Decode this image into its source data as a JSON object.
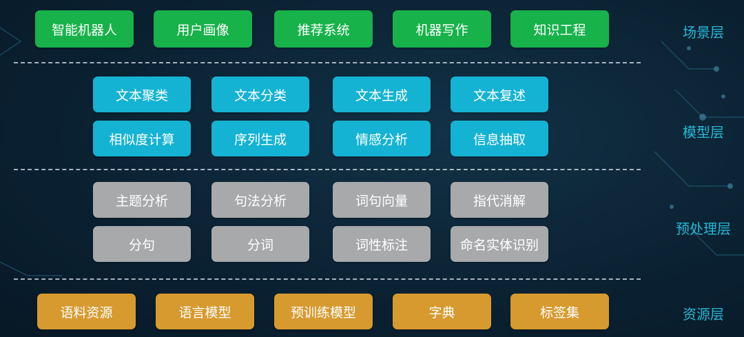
{
  "layers": {
    "scene": {
      "label": "场景层",
      "items": [
        "智能机器人",
        "用户画像",
        "推荐系统",
        "机器写作",
        "知识工程"
      ]
    },
    "model": {
      "label": "模型层",
      "rows": [
        [
          "文本聚类",
          "文本分类",
          "文本生成",
          "文本复述"
        ],
        [
          "相似度计算",
          "序列生成",
          "情感分析",
          "信息抽取"
        ]
      ]
    },
    "preprocess": {
      "label": "预处理层",
      "rows": [
        [
          "主题分析",
          "句法分析",
          "词句向量",
          "指代消解"
        ],
        [
          "分句",
          "分词",
          "词性标注",
          "命名实体识别"
        ]
      ]
    },
    "resource": {
      "label": "资源层",
      "items": [
        "语料资源",
        "语言模型",
        "预训练模型",
        "字典",
        "标签集"
      ]
    }
  },
  "colors": {
    "scene": "#17b24a",
    "model": "#15b3d3",
    "preprocess": "#a7a9ab",
    "resource": "#d79a2f",
    "label": "#25b9d6"
  }
}
